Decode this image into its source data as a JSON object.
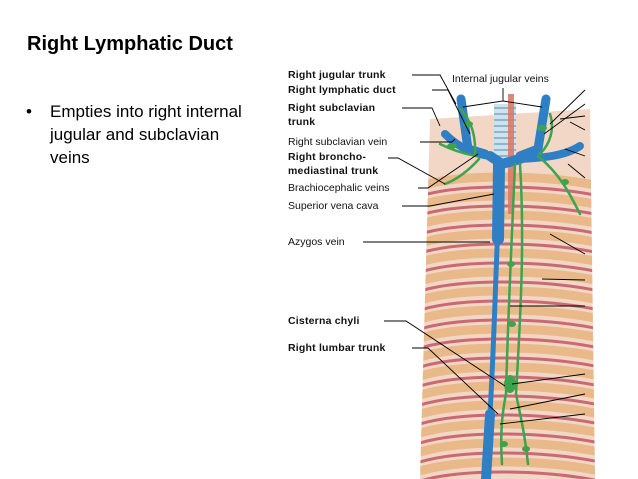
{
  "slide": {
    "title": "Right Lymphatic Duct",
    "bullets": [
      {
        "marker": "•",
        "text": "Empties into right internal jugular and subclavian veins"
      }
    ]
  },
  "figure": {
    "labels": {
      "right_jugular_trunk": "Right jugular trunk",
      "right_lymphatic_duct": "Right lymphatic duct",
      "right_subclavian_trunk_line1": "Right subclavian",
      "right_subclavian_trunk_line2": "trunk",
      "right_subclavian_vein": "Right subclavian vein",
      "right_bronchomediastinal_trunk_line1": "Right broncho-",
      "right_bronchomediastinal_trunk_line2": "mediastinal trunk",
      "brachiocephalic_veins": "Brachiocephalic veins",
      "superior_vena_cava": "Superior vena cava",
      "azygos_vein": "Azygos vein",
      "cisterna_chyli": "Cisterna chyli",
      "right_lumbar_trunk": "Right lumbar trunk",
      "internal_jugular_veins": "Internal jugular veins"
    },
    "colors": {
      "rib": "#e9b98a",
      "intercostal": "#c96a72",
      "vein": "#2f7fc4",
      "lymph": "#3fa34d",
      "artery": "#d97a6a",
      "background": "#f3d7c6"
    }
  }
}
